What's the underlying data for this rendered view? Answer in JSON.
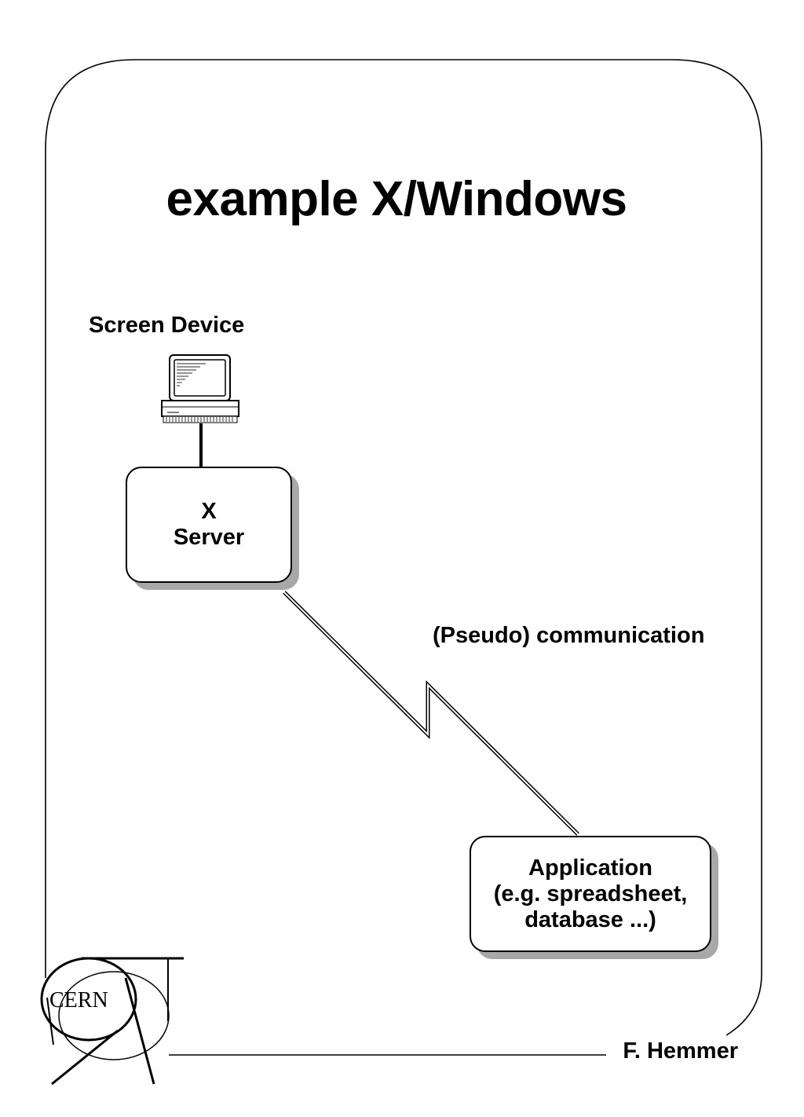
{
  "title": "example X/Windows",
  "screen_device_label": "Screen Device",
  "x_server": {
    "line1": "X",
    "line2": "Server"
  },
  "communication_label": "(Pseudo) communication",
  "application": {
    "line1": "Application",
    "line2": "(e.g. spreadsheet,",
    "line3": "database ...)"
  },
  "author": "F. Hemmer",
  "logo_text": "CERN",
  "colors": {
    "ink": "#000000",
    "shadow": "#a8a8a8",
    "background": "#ffffff"
  }
}
